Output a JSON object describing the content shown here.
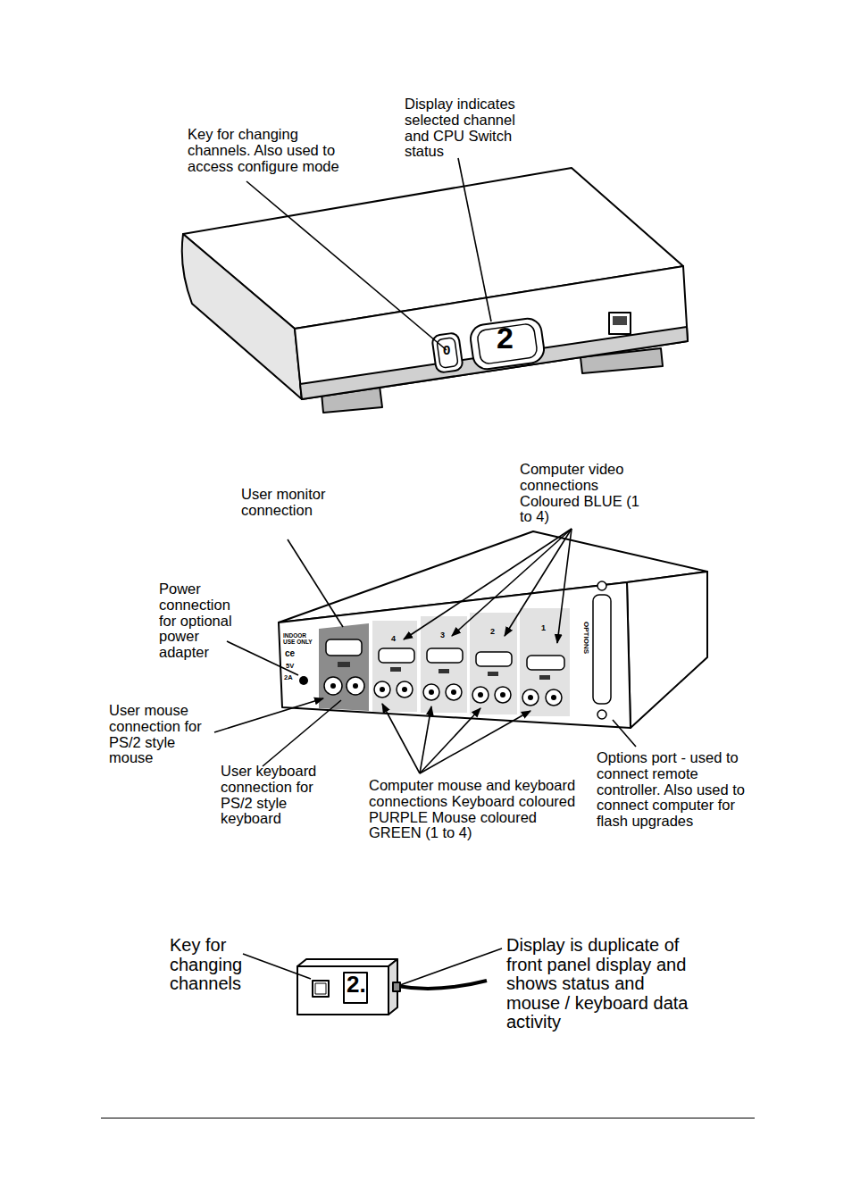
{
  "diagram": {
    "labels": [
      "Key for changing channels. Also used to access configure mode",
      "Display indicates selected channel and CPU Switch status",
      "0",
      "2",
      "User monitor connection",
      "Computer video connections Coloured BLUE (1 to 4)",
      "Power connection for optional power adapter",
      "INDOOR USE ONLY",
      "ce",
      "5V",
      "2A",
      "4",
      "3",
      "2",
      "1",
      "OPTIONS",
      "User mouse connection for PS/2 style mouse",
      "User keyboard connection for PS/2 style keyboard",
      "Computer mouse and keyboard connections Keyboard coloured PURPLE Mouse coloured GREEN (1 to 4)",
      "Options port - used to connect remote controller. Also used to connect computer for flash upgrades",
      "Key for changing channels",
      "Display is duplicate of front panel display and shows status and mouse / keyboard data activity",
      "2."
    ]
  }
}
